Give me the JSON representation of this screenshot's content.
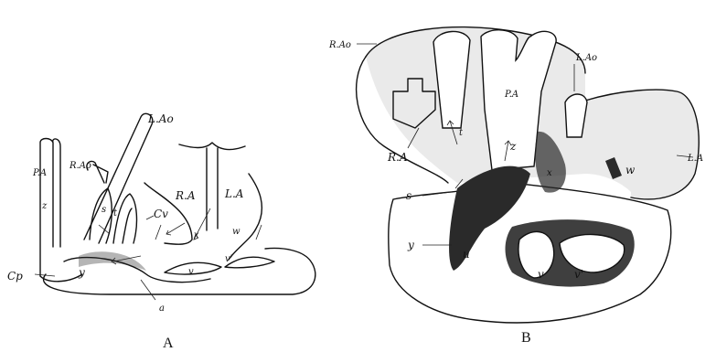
{
  "figure_a": {
    "caption": "A",
    "labels": {
      "lao": "L.Ao",
      "rao": "R.Ao",
      "pa": "P.A",
      "ra": "R.A",
      "la": "L.A",
      "z": "z",
      "s": "s",
      "t": "t",
      "cv": "Cv",
      "x": "x",
      "w": "w",
      "cp": "Cp",
      "y": "y",
      "v": "v",
      "v_prime": "v'",
      "a": "a"
    }
  },
  "figure_b": {
    "caption": "B",
    "labels": {
      "rao": "R.Ao",
      "pa": "P.A",
      "lao": "L.Ao",
      "ra": "R.A",
      "la": "L.A",
      "t": "t",
      "z": "z",
      "s": "s",
      "x": "x",
      "w": "w",
      "y": "y",
      "u": "u",
      "v": "v",
      "v_prime": "v'"
    }
  }
}
